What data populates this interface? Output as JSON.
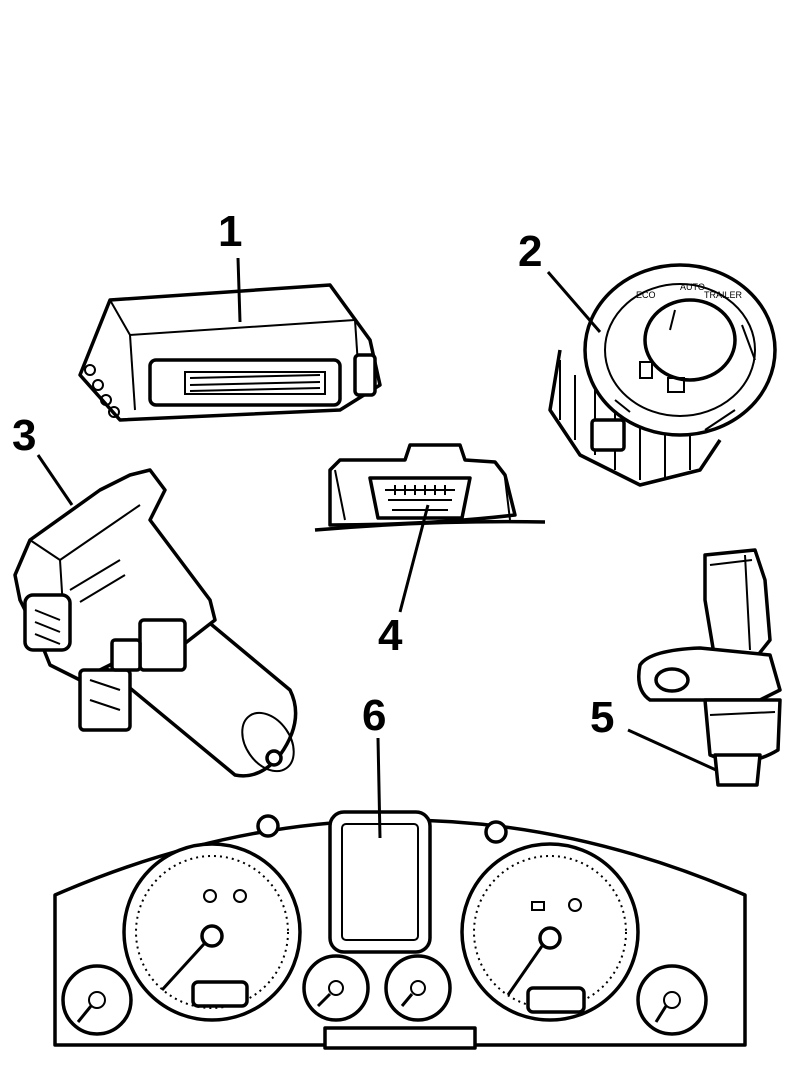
{
  "callouts": [
    {
      "id": 1,
      "label": "1"
    },
    {
      "id": 2,
      "label": "2"
    },
    {
      "id": 3,
      "label": "3"
    },
    {
      "id": 4,
      "label": "4"
    },
    {
      "id": 5,
      "label": "5"
    },
    {
      "id": 6,
      "label": "6"
    }
  ],
  "switch_dial": {
    "mode_labels": [
      "ECO",
      "AUTO",
      "TRAILER"
    ]
  },
  "colors": {
    "ink": "#000000",
    "paper": "#ffffff"
  }
}
